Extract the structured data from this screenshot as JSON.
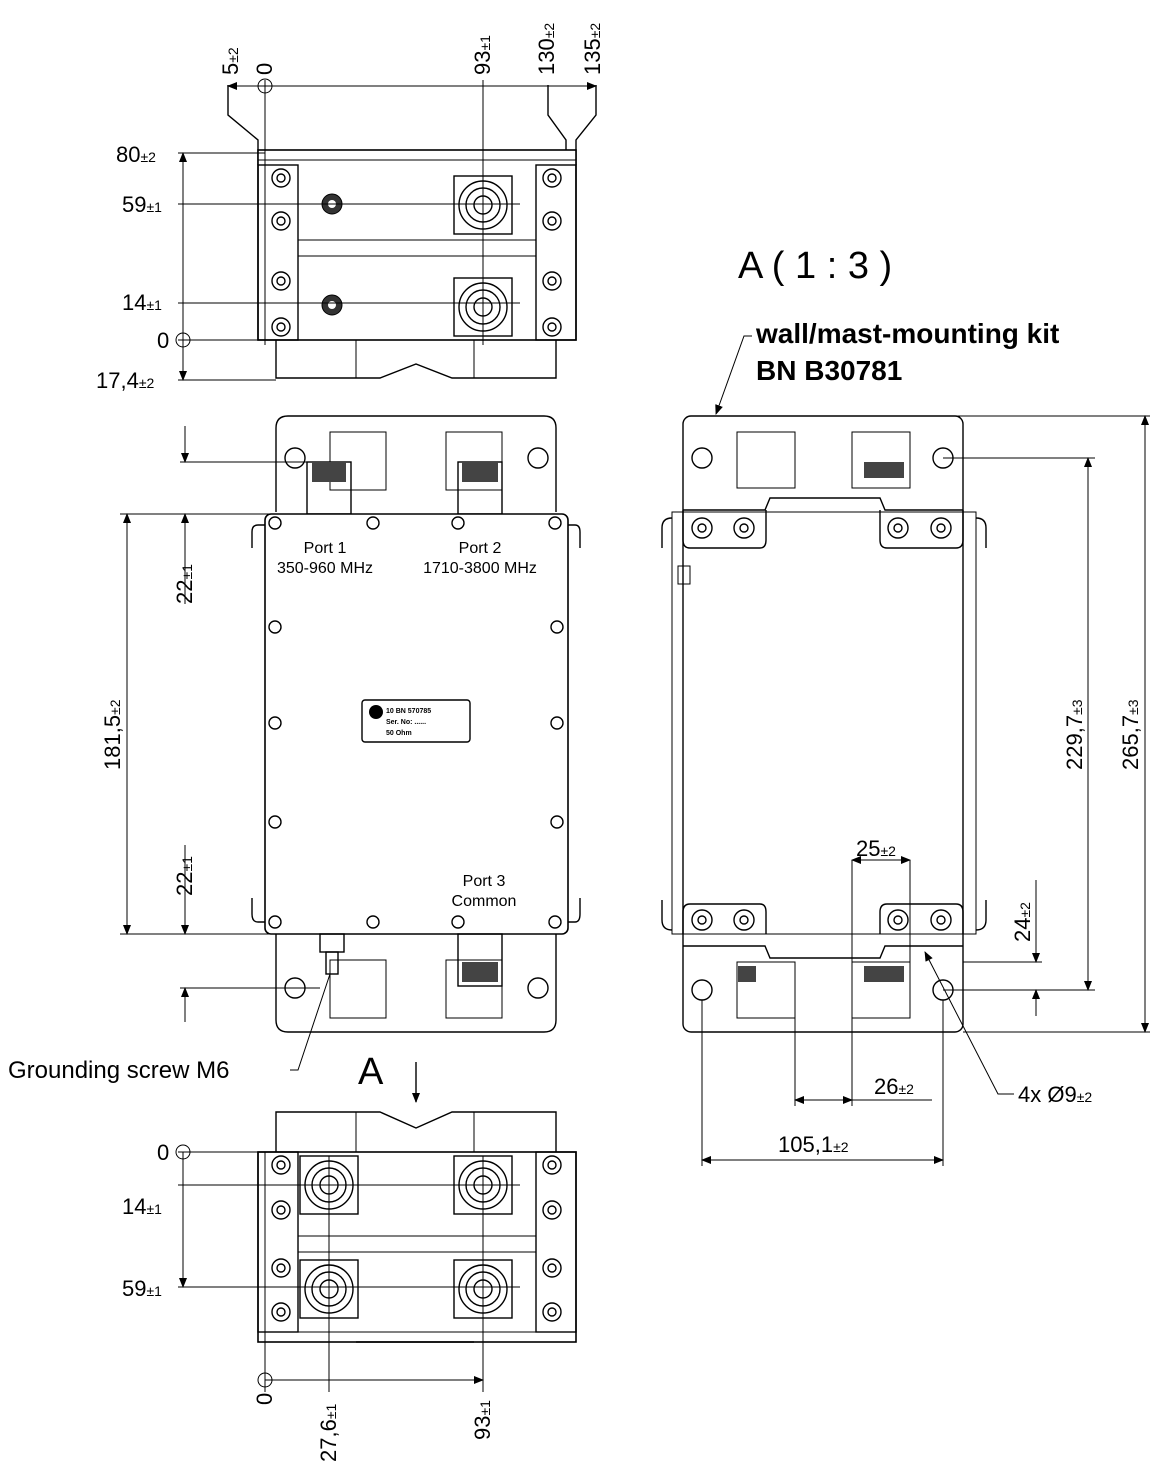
{
  "view_title": "A ( 1 : 3 )",
  "kit_note": {
    "line1": "wall/mast-mounting kit",
    "line2": "BN B30781"
  },
  "view_marker": "A",
  "grounding_label": "Grounding screw M6",
  "ports": {
    "port1": {
      "name": "Port 1",
      "freq": "350-960 MHz"
    },
    "port2": {
      "name": "Port 2",
      "freq": "1710-3800 MHz"
    },
    "port3": {
      "name": "Port 3",
      "freq": "Common"
    }
  },
  "nameplate": {
    "line1": "10 BN 570785",
    "line2": "Ser. No: ......",
    "line3": "50 Ohm"
  },
  "top_view": {
    "horizontal_dims": [
      {
        "value": "5",
        "tol": "±2"
      },
      {
        "value": "0",
        "tol": ""
      },
      {
        "value": "93",
        "tol": "±1"
      },
      {
        "value": "130",
        "tol": "±2"
      },
      {
        "value": "135",
        "tol": "±2"
      }
    ],
    "vertical_dims": [
      {
        "value": "80",
        "tol": "±2"
      },
      {
        "value": "59",
        "tol": "±1"
      },
      {
        "value": "14",
        "tol": "±1"
      },
      {
        "value": "0",
        "tol": ""
      },
      {
        "value": "17,4",
        "tol": "±2"
      }
    ]
  },
  "front_view": {
    "dims": [
      {
        "value": "22",
        "tol": "±1"
      },
      {
        "value": "181,5",
        "tol": "±2"
      },
      {
        "value": "22",
        "tol": "±1"
      }
    ]
  },
  "side_view": {
    "dims": [
      {
        "value": "229,7",
        "tol": "±3"
      },
      {
        "value": "265,7",
        "tol": "±3"
      },
      {
        "value": "25",
        "tol": "±2"
      },
      {
        "value": "24",
        "tol": "±2"
      },
      {
        "value": "26",
        "tol": "±2"
      },
      {
        "value": "105,1",
        "tol": "±2"
      }
    ],
    "hole_callout": {
      "value": "4x Ø9",
      "tol": "±2"
    }
  },
  "bottom_view": {
    "vertical_dims": [
      {
        "value": "0",
        "tol": ""
      },
      {
        "value": "14",
        "tol": "±1"
      },
      {
        "value": "59",
        "tol": "±1"
      }
    ],
    "horizontal_dims": [
      {
        "value": "0",
        "tol": ""
      },
      {
        "value": "27,6",
        "tol": "±1"
      },
      {
        "value": "93",
        "tol": "±1"
      }
    ]
  }
}
